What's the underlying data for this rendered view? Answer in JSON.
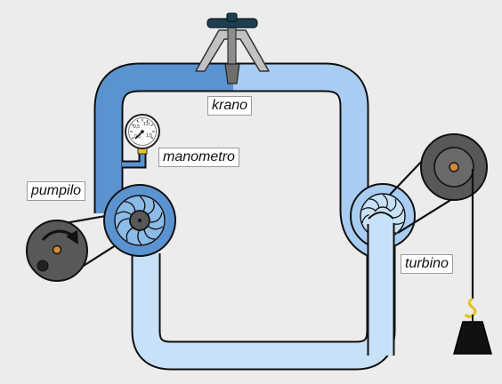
{
  "labels": {
    "krano": "krano",
    "manometro": "manometro",
    "pumpilo": "pumpilo",
    "turbino": "turbino"
  },
  "gauge": {
    "scale_labels": [
      "0,0",
      "0,5",
      "1,0",
      "1,5"
    ]
  },
  "colors": {
    "background": "#ececec",
    "pressurized_water": "#5b93d1",
    "low_pressure_water": "#a9cdf2",
    "return_water": "#c6e1f8",
    "pipe_outline": "#0f0f0f",
    "pulley": "#585858",
    "weight": "#111111",
    "hook": "#e6c31f",
    "valve_body": "#c2c2c2",
    "valve_handle": "#1f3f50"
  },
  "icons": {
    "motor_direction": "curved-arrow-icon",
    "valve_handle": "tap-handle-icon"
  }
}
